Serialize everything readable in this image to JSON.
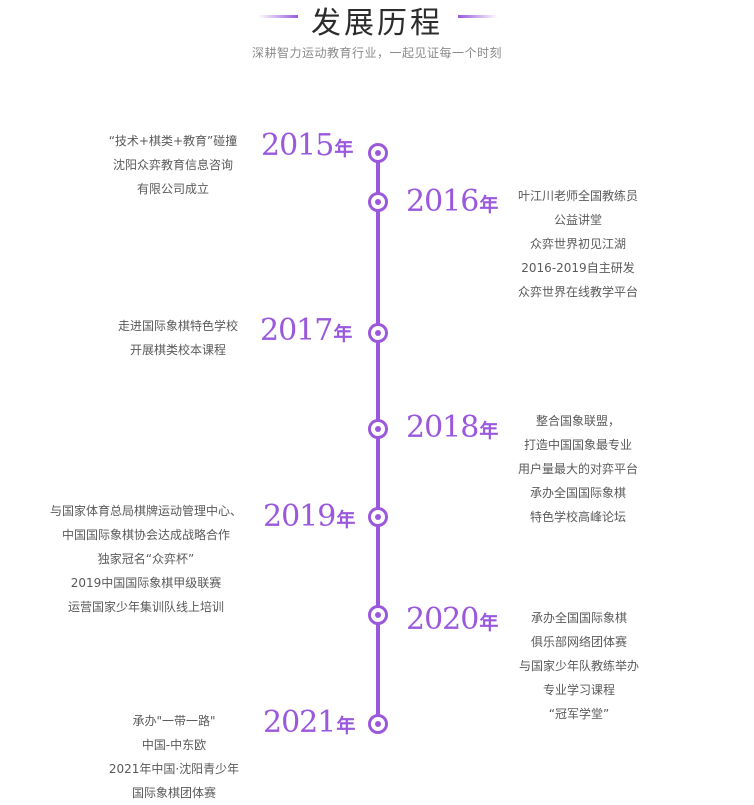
{
  "header": {
    "title": "发展历程",
    "subtitle": "深耕智力运动教育行业，一起见证每一个时刻"
  },
  "colors": {
    "accent": "#9a58dd",
    "text": "#5a5a5a",
    "title": "#2c2c2c"
  },
  "timeline": [
    {
      "year": "2015",
      "suffix": "年",
      "side": "left",
      "lines": [
        "“技术+棋类+教育”碰撞",
        "沈阳众弈教育信息咨询",
        "有限公司成立"
      ]
    },
    {
      "year": "2016",
      "suffix": "年",
      "side": "right",
      "lines": [
        "叶江川老师全国教练员",
        "公益讲堂",
        "众弈世界初见江湖",
        "2016-2019自主研发",
        "众弈世界在线教学平台"
      ]
    },
    {
      "year": "2017",
      "suffix": "年",
      "side": "left",
      "lines": [
        "走进国际象棋特色学校",
        "开展棋类校本课程"
      ]
    },
    {
      "year": "2018",
      "suffix": "年",
      "side": "right",
      "lines": [
        "整合国象联盟，",
        "打造中国国象最专业",
        "用户量最大的对弈平台",
        "承办全国国际象棋",
        "特色学校高峰论坛"
      ]
    },
    {
      "year": "2019",
      "suffix": "年",
      "side": "left",
      "lines": [
        "与国家体育总局棋牌运动管理中心、",
        "中国国际象棋协会达成战略合作",
        "独家冠名“众弈杯”",
        "2019中国国际象棋甲级联赛",
        "运营国家少年集训队线上培训"
      ]
    },
    {
      "year": "2020",
      "suffix": "年",
      "side": "right",
      "lines": [
        "承办全国国际象棋",
        "俱乐部网络团体赛",
        "与国家少年队教练举办",
        "专业学习课程",
        "“冠军学堂”"
      ]
    },
    {
      "year": "2021",
      "suffix": "年",
      "side": "left",
      "lines": [
        "承办\"一带一路\"",
        "中国-中东欧",
        "2021年中国·沈阳青少年",
        "国际象棋团体赛"
      ]
    }
  ]
}
